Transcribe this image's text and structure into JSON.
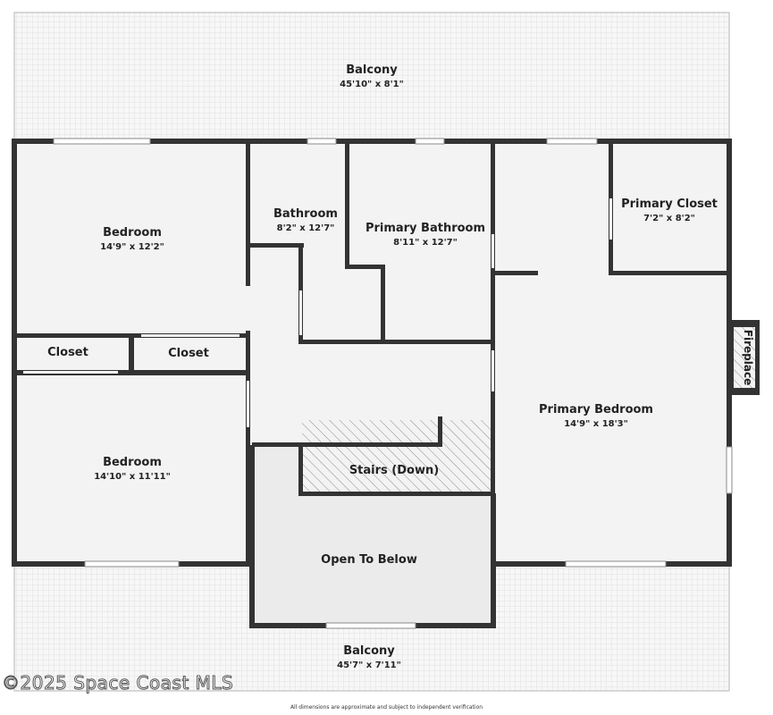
{
  "rooms": {
    "balcony_top": {
      "name": "Balcony",
      "dims": "45'10\" x 8'1\""
    },
    "bedroom_top": {
      "name": "Bedroom",
      "dims": "14'9\" x 12'2\""
    },
    "bathroom": {
      "name": "Bathroom",
      "dims": "8'2\" x 12'7\""
    },
    "primary_bathroom": {
      "name": "Primary Bathroom",
      "dims": "8'11\" x 12'7\""
    },
    "primary_closet": {
      "name": "Primary Closet",
      "dims": "7'2\" x 8'2\""
    },
    "closet_left": {
      "name": "Closet"
    },
    "closet_right": {
      "name": "Closet"
    },
    "primary_bedroom": {
      "name": "Primary Bedroom",
      "dims": "14'9\" x 18'3\""
    },
    "bedroom_bottom": {
      "name": "Bedroom",
      "dims": "14'10\" x 11'11\""
    },
    "stairs": {
      "name": "Stairs (Down)"
    },
    "open_to_below": {
      "name": "Open To Below"
    },
    "fireplace": {
      "name": "Fireplace"
    },
    "balcony_bottom": {
      "name": "Balcony",
      "dims": "45'7\" x 7'11\""
    }
  },
  "watermark": "©2025 Space Coast MLS",
  "disclaimer": "All dimensions are approximate and subject to independent verification",
  "colors": {
    "wall": "#333333",
    "floor": "#f3f3f3",
    "open_area": "#ebebeb",
    "balcony": "#f5f5f5"
  }
}
